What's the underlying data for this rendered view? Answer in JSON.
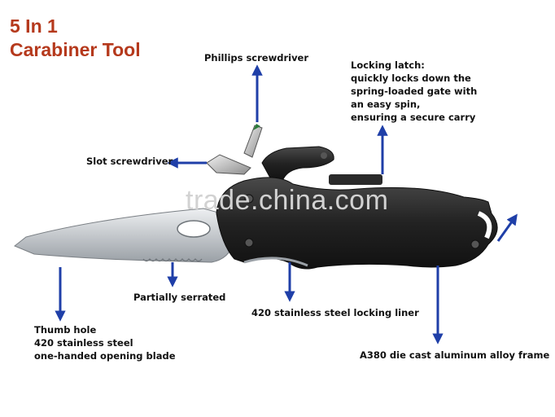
{
  "title": {
    "line1": "5 In 1",
    "line2": "Carabiner Tool"
  },
  "watermark": "trade.china.com",
  "labels": {
    "phillips": "Phillips screwdriver",
    "slot": "Slot screwdriver",
    "latch": [
      "Locking latch:",
      "quickly locks down the",
      "spring-loaded gate with",
      "an easy spin,",
      "ensuring a secure carry"
    ],
    "serrated": "Partially serrated",
    "liner": "420 stainless steel locking liner",
    "thumb": [
      "Thumb hole",
      "420 stainless steel",
      "one-handed opening blade"
    ],
    "frame": "A380 die cast aluminum alloy frame"
  },
  "colors": {
    "title": "#b5391c",
    "arrow": "#1f3fa8",
    "frame": "#262626",
    "blade": "#c8ccd0"
  }
}
